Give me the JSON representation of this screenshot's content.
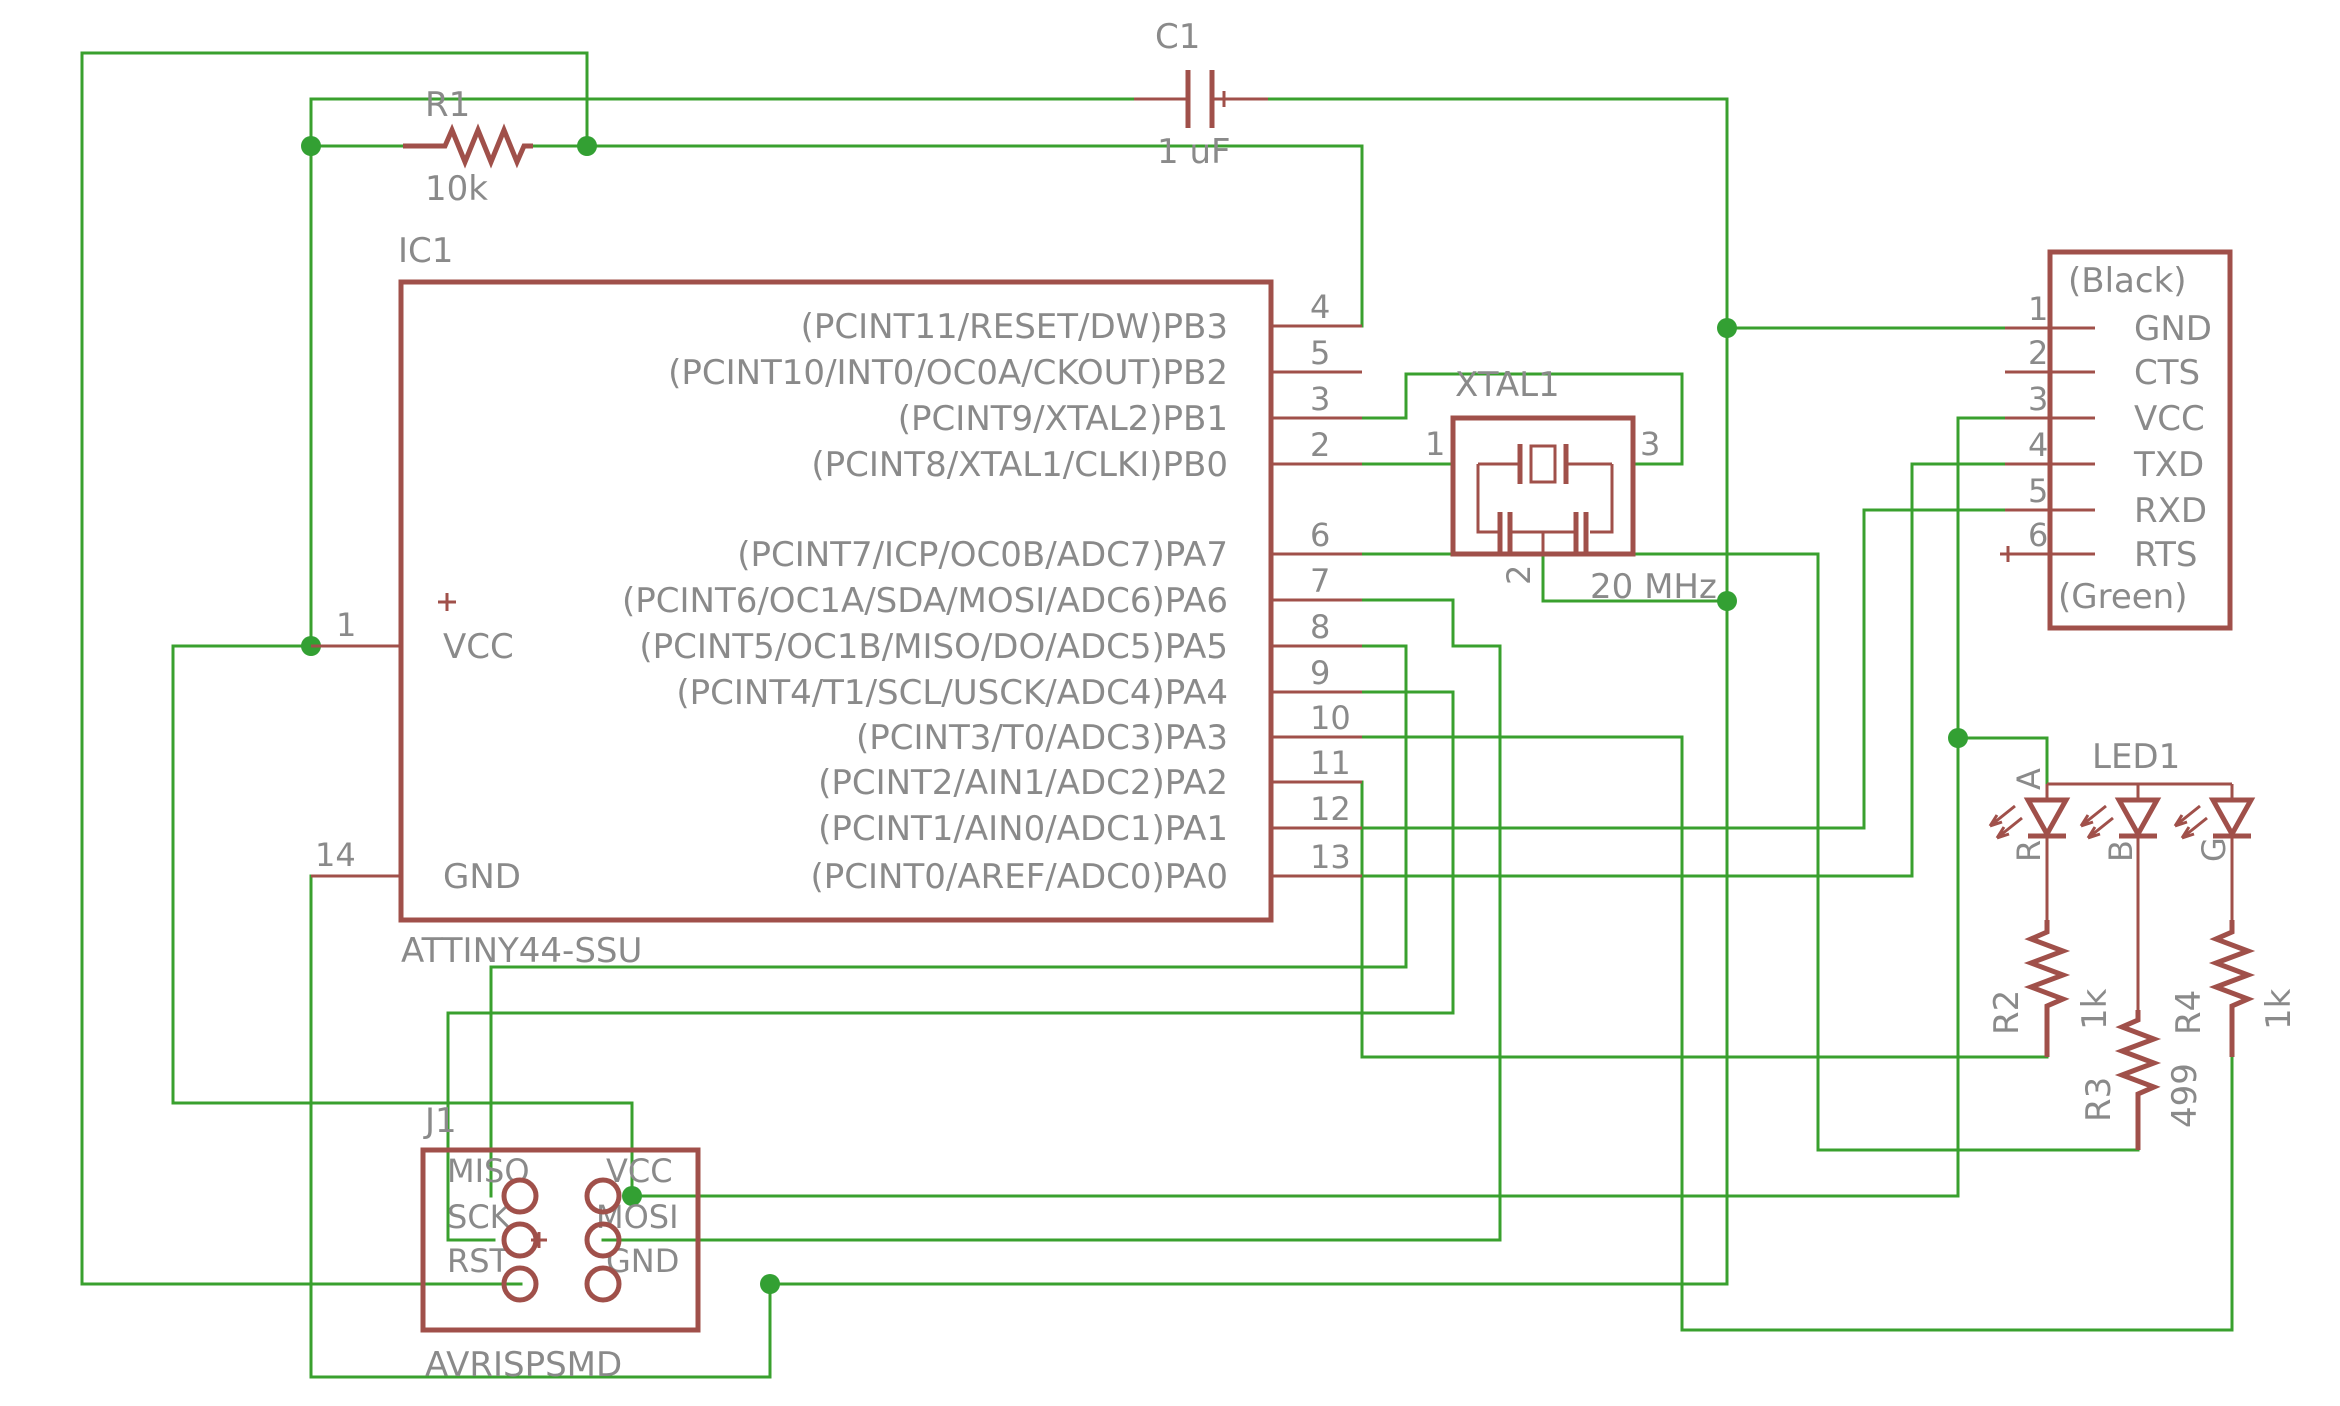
{
  "colors": {
    "wire": "#39a02e",
    "part": "#a0504a",
    "text": "#8a8a8a",
    "junction": "#33a033",
    "background": "#ffffff"
  },
  "r1": {
    "name": "R1",
    "value": "10k"
  },
  "c1": {
    "name": "C1",
    "value": "1 uF"
  },
  "ic1": {
    "name": "IC1",
    "part": "ATTINY44-SSU",
    "vcc_pin": "1",
    "vcc_label": "VCC",
    "gnd_pin": "14",
    "gnd_label": "GND",
    "right_pins": [
      {
        "num": "4",
        "label": "(PCINT11/RESET/DW)PB3"
      },
      {
        "num": "5",
        "label": "(PCINT10/INT0/OC0A/CKOUT)PB2"
      },
      {
        "num": "3",
        "label": "(PCINT9/XTAL2)PB1"
      },
      {
        "num": "2",
        "label": "(PCINT8/XTAL1/CLKI)PB0"
      },
      {
        "num": "6",
        "label": "(PCINT7/ICP/OC0B/ADC7)PA7"
      },
      {
        "num": "7",
        "label": "(PCINT6/OC1A/SDA/MOSI/ADC6)PA6"
      },
      {
        "num": "8",
        "label": "(PCINT5/OC1B/MISO/DO/ADC5)PA5"
      },
      {
        "num": "9",
        "label": "(PCINT4/T1/SCL/USCK/ADC4)PA4"
      },
      {
        "num": "10",
        "label": "(PCINT3/T0/ADC3)PA3"
      },
      {
        "num": "11",
        "label": "(PCINT2/AIN1/ADC2)PA2"
      },
      {
        "num": "12",
        "label": "(PCINT1/AIN0/ADC1)PA1"
      },
      {
        "num": "13",
        "label": "(PCINT0/AREF/ADC0)PA0"
      }
    ]
  },
  "xtal1": {
    "name": "XTAL1",
    "value": "20 MHz",
    "pin1": "1",
    "pin2": "2",
    "pin3": "3"
  },
  "ftdi": {
    "top_label": "(Black)",
    "bottom_label": "(Green)",
    "pins": [
      {
        "num": "1",
        "label": "GND"
      },
      {
        "num": "2",
        "label": "CTS"
      },
      {
        "num": "3",
        "label": "VCC"
      },
      {
        "num": "4",
        "label": "TXD"
      },
      {
        "num": "5",
        "label": "RXD"
      },
      {
        "num": "6",
        "label": "RTS"
      }
    ]
  },
  "led1": {
    "name": "LED1",
    "anode": "A",
    "red": "R",
    "blue": "B",
    "green": "G"
  },
  "r2": {
    "name": "R2",
    "value": "1k"
  },
  "r3": {
    "name": "R3",
    "value": "499"
  },
  "r4": {
    "name": "R4",
    "value": "1k"
  },
  "j1": {
    "name": "J1",
    "part": "AVRISPSMD",
    "miso": "MISO",
    "sck": "SCK",
    "rst": "RST",
    "vcc": "VCC",
    "mosi": "MOSI",
    "gnd": "GND"
  }
}
